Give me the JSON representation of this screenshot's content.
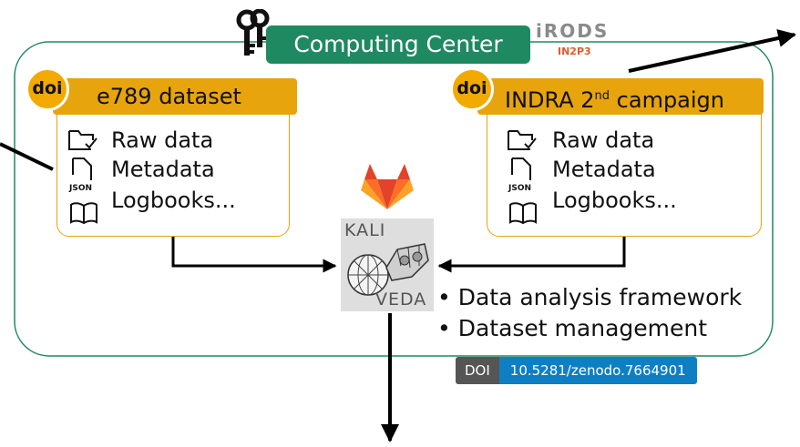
{
  "computing_center": {
    "title": "Computing Center",
    "logo_main": "iRODS",
    "logo_sub": "IN2P3"
  },
  "left_dataset": {
    "doi_logo": "doi",
    "title": "e789 dataset",
    "items": [
      {
        "icon": "folder-check-icon",
        "label": "Raw data"
      },
      {
        "icon": "json-file-icon",
        "label": "Metadata",
        "tag": "JSON"
      },
      {
        "icon": "book-icon",
        "label": "Logbooks..."
      }
    ]
  },
  "right_dataset": {
    "doi_logo": "doi",
    "title_main": "INDRA 2",
    "title_sup": "nd",
    "title_rest": " campaign",
    "items": [
      {
        "icon": "folder-check-icon",
        "label": "Raw data"
      },
      {
        "icon": "json-file-icon",
        "label": "Metadata",
        "tag": "JSON"
      },
      {
        "icon": "book-icon",
        "label": "Logbooks..."
      }
    ]
  },
  "kaliveda": {
    "logo_top": "KALI",
    "logo_bottom": "VEDA",
    "features": [
      "Data analysis framework",
      "Dataset management"
    ]
  },
  "doi_badge": {
    "label": "DOI",
    "value": "10.5281/zenodo.7664901"
  },
  "colors": {
    "computing_center_green": "#1f8a62",
    "dataset_orange": "#e7a40c",
    "doi_badge_gray": "#555555",
    "doi_badge_blue": "#0f7fc4",
    "gitlab_orange": "#e24329"
  }
}
